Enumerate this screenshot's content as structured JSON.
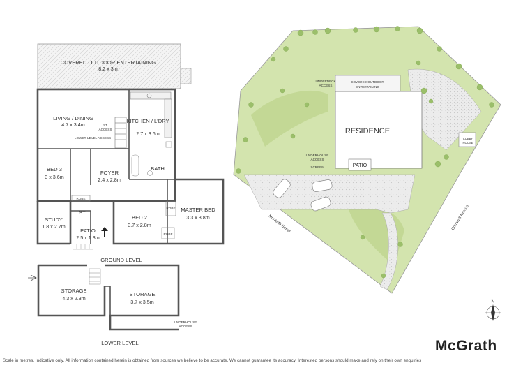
{
  "floor_plan": {
    "rooms": [
      {
        "name": "COVERED OUTDOOR ENTERTAINING",
        "dims": "8.2 x 3m"
      },
      {
        "name": "LIVING / DINING",
        "dims": "4.7 x 3.4m"
      },
      {
        "name": "KITCHEN / L'DRY",
        "dims": "2.7 x 3.6m"
      },
      {
        "name": "BED 3",
        "dims": "3 x 3.6m"
      },
      {
        "name": "FOYER",
        "dims": "2.4 x 2.8m"
      },
      {
        "name": "BATH",
        "dims": ""
      },
      {
        "name": "STUDY",
        "dims": "1.8 x 2.7m"
      },
      {
        "name": "PATIO",
        "dims": "2.5 x 1.3m"
      },
      {
        "name": "BED 2",
        "dims": "3.7 x 2.8m"
      },
      {
        "name": "MASTER BED",
        "dims": "3.3 x 3.8m"
      },
      {
        "name": "STORAGE",
        "dims": "4.3 x 2.3m"
      },
      {
        "name": "STORAGE",
        "dims": "3.7 x 3.5m"
      }
    ],
    "small_labels": {
      "st_access_1": "ST",
      "st_access_2": "ACCESS",
      "lower_level_access": "LOWER LEVEL ACCESS",
      "robe_1": "ROBE",
      "robe_2": "ROBE",
      "robe_3": "ROBE",
      "st": "ST",
      "underhouse_1": "UNDERHOUSE",
      "underhouse_2": "ACCESS"
    },
    "levels": {
      "ground": "GROUND LEVEL",
      "lower": "LOWER LEVEL"
    }
  },
  "site_plan": {
    "residence": "RESIDENCE",
    "patio": "PATIO",
    "covered_outdoor_1": "COVERED OUTDOOR",
    "covered_outdoor_2": "ENTERTAINING",
    "underdeck_1": "UNDERDECK",
    "underdeck_2": "ACCESS",
    "underhouse_1": "UNDERHOUSE",
    "underhouse_2": "ACCESS",
    "screen": "SCREEN",
    "cubby_1": "CUBBY",
    "cubby_2": "HOUSE",
    "street_1": "Monteith Street",
    "street_2": "Cornwall Avenue",
    "north": "N"
  },
  "brand": "McGrath",
  "disclaimer": "Scale in metres. Indicative only. All information contained herein is obtained from sources we believe to be accurate. We cannot guarantee its accuracy. Interested persons should make and rely on their own enquiries",
  "colors": {
    "lawn": "#cfe0a8",
    "lawn_dark": "#b9d28a",
    "paving": "#e6e6e6",
    "tree": "#9bbf6a"
  }
}
